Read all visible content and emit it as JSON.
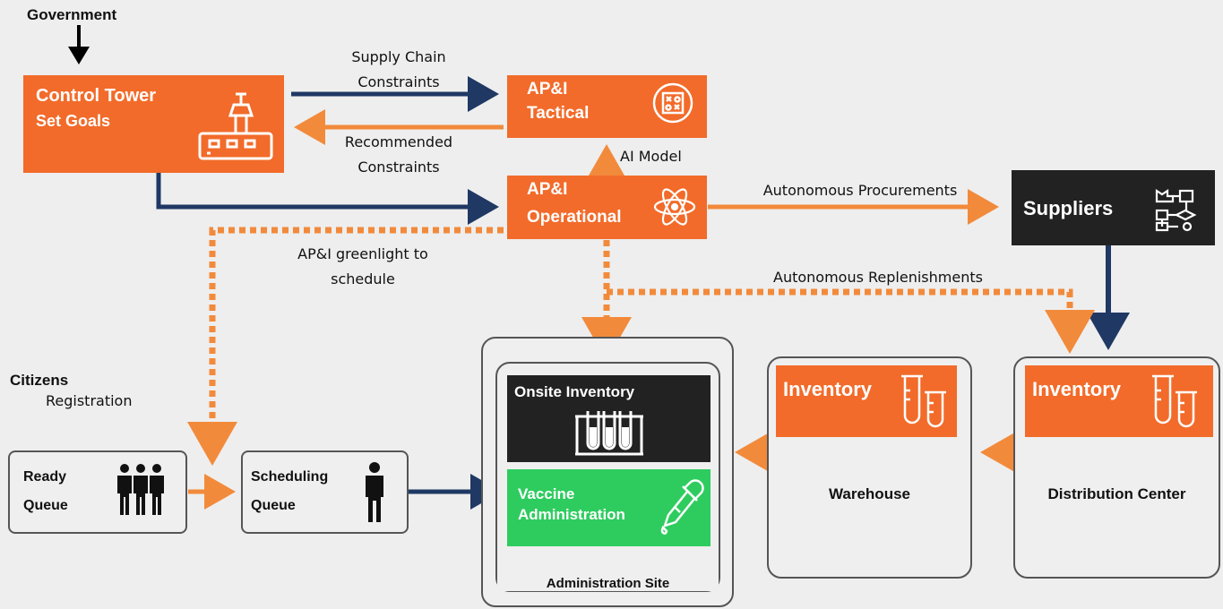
{
  "government": "Government",
  "control_tower": {
    "title": "Control Tower",
    "subtitle": "Set Goals"
  },
  "api_tactical": {
    "line1": "AP&I",
    "line2": "Tactical"
  },
  "api_operational": {
    "line1": "AP&I",
    "line2": "Operational"
  },
  "suppliers": "Suppliers",
  "edges": {
    "supply_chain_1": "Supply Chain",
    "supply_chain_2": "Constraints",
    "recommended_1": "Recommended",
    "recommended_2": "Constraints",
    "ai_model": "AI Model",
    "autonomous_procurements": "Autonomous Procurements",
    "autonomous_replenishments": "Autonomous Replenishments",
    "greenlight_1": "AP&I greenlight to",
    "greenlight_2": "schedule"
  },
  "citizens": {
    "title": "Citizens",
    "subtitle": "Registration"
  },
  "ready_queue": {
    "line1": "Ready",
    "line2": "Queue"
  },
  "scheduling_queue": {
    "line1": "Scheduling",
    "line2": "Queue"
  },
  "admin_site": {
    "onsite_inventory": "Onsite Inventory",
    "vaccine_line1": "Vaccine",
    "vaccine_line2": "Administration",
    "label": "Administration Site"
  },
  "warehouse": {
    "inventory": "Inventory",
    "label": "Warehouse"
  },
  "distribution_center": {
    "inventory": "Inventory",
    "label": "Distribution Center"
  },
  "colors": {
    "orange": "#f26b2a",
    "navy": "#1f3864",
    "dark": "#222222",
    "green": "#2ecc5f",
    "background": "#eeeeee"
  },
  "icons": [
    "control-tower-icon",
    "strategy-icon",
    "atom-icon",
    "flowchart-icon",
    "people-group-icon",
    "person-icon",
    "test-tubes-icon",
    "dropper-icon"
  ]
}
